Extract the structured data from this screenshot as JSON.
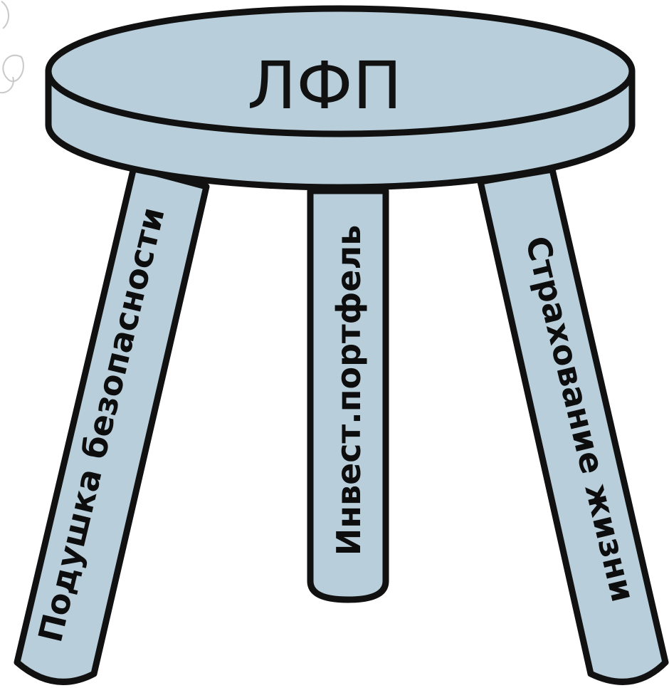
{
  "diagram": {
    "seat_label": "ЛФП",
    "legs": [
      {
        "label": "Подушка безопасности"
      },
      {
        "label": "Инвест.портфель"
      },
      {
        "label": "Страхование жизни"
      }
    ]
  },
  "colors": {
    "fill": "#b8cedb",
    "outline": "#111111",
    "text": "#0d0d0d"
  }
}
